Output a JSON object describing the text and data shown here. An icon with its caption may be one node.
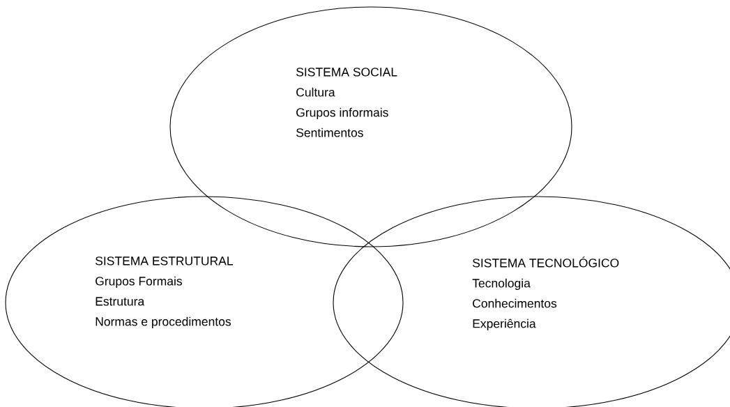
{
  "diagram": {
    "nodes": [
      {
        "text": [
          "SISTEMA SOCIAL",
          "Cultura",
          "Grupos informais",
          "Sentimentos"
        ]
      },
      {
        "text": [
          "SISTEMA ESTRUTURAL",
          "Grupos Formais",
          "Estrutura",
          "Normas e procedimentos"
        ]
      },
      {
        "text": [
          "SISTEMA TECNOLÓGICO",
          "Tecnologia",
          "Conhecimentos",
          "Experiência"
        ]
      }
    ]
  }
}
